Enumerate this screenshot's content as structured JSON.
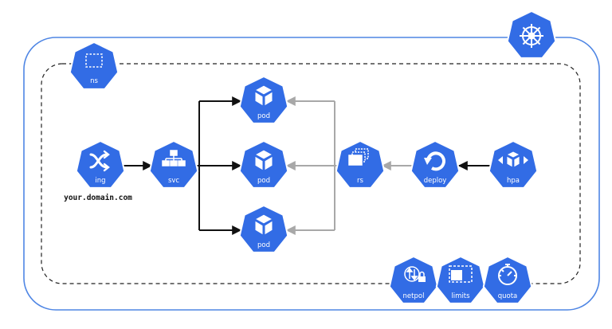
{
  "colors": {
    "k8s_blue": "#326CE5",
    "cluster_border": "#4F86E4",
    "arrow_dark": "#111111",
    "arrow_light": "#A8A8A8",
    "namespace_dash": "#222222"
  },
  "nodes": {
    "ns": "ns",
    "ing": "ing",
    "svc": "svc",
    "pod_top": "pod",
    "pod_middle": "pod",
    "pod_bottom": "pod",
    "rs": "rs",
    "deploy": "deploy",
    "hpa": "hpa",
    "netpol": "netpol",
    "limits": "limits",
    "quota": "quota"
  },
  "domain": "your.domain.com",
  "icons": {
    "cluster": "helm-wheel-icon",
    "ns": "namespace-icon",
    "ing": "shuffle-arrows-icon",
    "svc": "network-tree-icon",
    "pod": "cube-icon",
    "rs": "stacked-pages-icon",
    "deploy": "refresh-icon",
    "hpa": "expand-cube-icon",
    "netpol": "lock-arrows-icon",
    "limits": "dashed-window-icon",
    "quota": "stopwatch-icon"
  }
}
